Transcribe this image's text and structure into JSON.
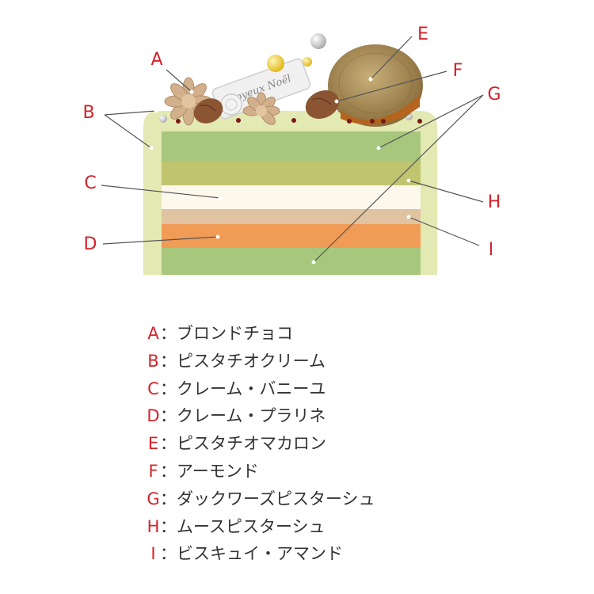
{
  "diagram": {
    "plaque_text": "Joyeux Noël",
    "callouts": [
      {
        "letter": "A",
        "label": "ブロンドチョコ"
      },
      {
        "letter": "B",
        "label": "ピスタチオクリーム"
      },
      {
        "letter": "C",
        "label": "クレーム・バニーユ"
      },
      {
        "letter": "D",
        "label": "クレーム・プラリネ"
      },
      {
        "letter": "E",
        "label": "ピスタチオマカロン"
      },
      {
        "letter": "F",
        "label": "アーモンド"
      },
      {
        "letter": "G",
        "label": "ダックワーズピスターシュ"
      },
      {
        "letter": "H",
        "label": "ムースピスターシュ"
      },
      {
        "letter": "I",
        "label": "ビスキュイ・アマンド"
      }
    ],
    "separator": "：",
    "colors": {
      "callout_letter": "#d2232a",
      "legend_text": "#333333",
      "cream_outer": "#e3e9b2",
      "dacquoise": "#a6c77c",
      "mousse": "#c0c46e",
      "vanilla": "#fdf8ec",
      "biscuit": "#e0c3a0",
      "praline": "#f09b56",
      "macaron": "#a78f55",
      "almond": "#8b5533",
      "blond_choco": "#d2b08c",
      "pearl": "#d6d6d6",
      "gold": "#ecc21a",
      "plaque": "#f0f0f0"
    }
  }
}
